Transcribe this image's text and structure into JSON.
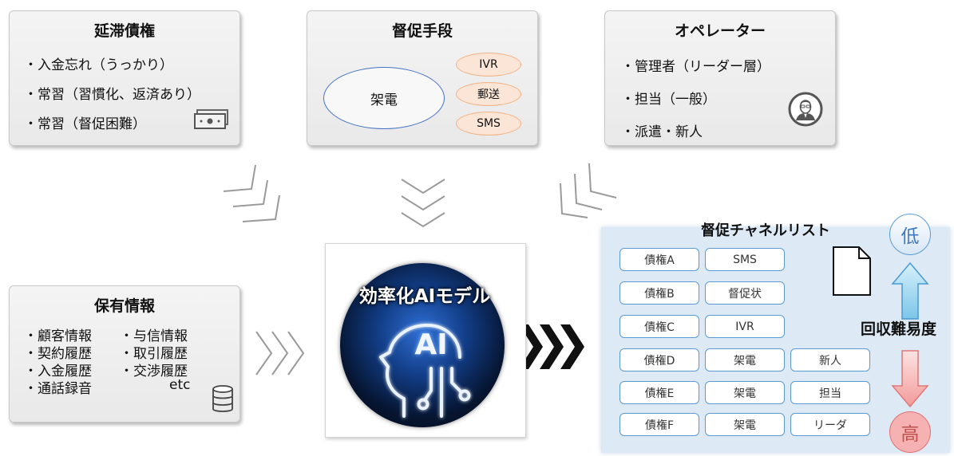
{
  "cards": {
    "delinquent": {
      "title": "延滞債権",
      "items": [
        "・入金忘れ（うっかり）",
        "・常習（習慣化、返済あり）",
        "・常習（督促困難）"
      ],
      "icon": "money-icon"
    },
    "dunning": {
      "title": "督促手段",
      "main": "架電",
      "options": [
        "IVR",
        "郵送",
        "SMS"
      ]
    },
    "operator": {
      "title": "オペレーター",
      "items": [
        "・管理者（リーダー層）",
        "・担当（一般）",
        "・派遣・新人"
      ],
      "icon": "person-icon"
    },
    "holdings": {
      "title": "保有情報",
      "col1": [
        "・顧客情報",
        "・契約履歴",
        "・入金履歴",
        "・通話録音"
      ],
      "col2": [
        "・与信情報",
        "・取引履歴",
        "・交渉履歴",
        "etc"
      ],
      "icon": "database-icon"
    }
  },
  "ai_model": {
    "label": "効率化AIモデル",
    "badge": "AI"
  },
  "channel_list": {
    "title": "督促チャネルリスト",
    "rows": [
      {
        "debt": "債権A",
        "channel": "SMS",
        "operator": ""
      },
      {
        "debt": "債権B",
        "channel": "督促状",
        "operator": ""
      },
      {
        "debt": "債権C",
        "channel": "IVR",
        "operator": ""
      },
      {
        "debt": "債権D",
        "channel": "架電",
        "operator": "新人"
      },
      {
        "debt": "債権E",
        "channel": "架電",
        "operator": "担当"
      },
      {
        "debt": "債権F",
        "channel": "架電",
        "operator": "リーダ"
      }
    ],
    "difficulty_label": "回収難易度",
    "low": "低",
    "high": "高"
  },
  "colors": {
    "blue": "#5b9bd5",
    "oval_blue": "#4472c4",
    "orange": "#f4b183",
    "pink": "#f4a0a0",
    "list_bg": "#deebf7"
  }
}
